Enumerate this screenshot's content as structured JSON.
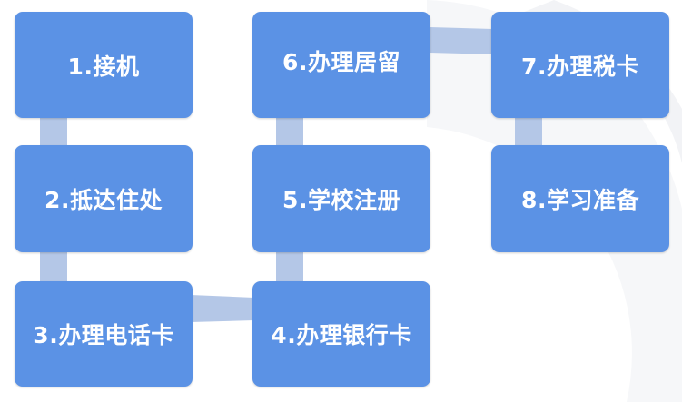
{
  "steps": [
    {
      "label": "1.接机"
    },
    {
      "label": "2.抵达住处"
    },
    {
      "label": "3.办理电话卡"
    },
    {
      "label": "4.办理银行卡"
    },
    {
      "label": "5.学校注册"
    },
    {
      "label": "6.办理居留"
    },
    {
      "label": "7.办理税卡"
    },
    {
      "label": "8.学习准备"
    }
  ],
  "colors": {
    "box_fill": "#5b92e5",
    "connector": "#b4c7e7",
    "text": "#ffffff",
    "background": "#ffffff"
  }
}
